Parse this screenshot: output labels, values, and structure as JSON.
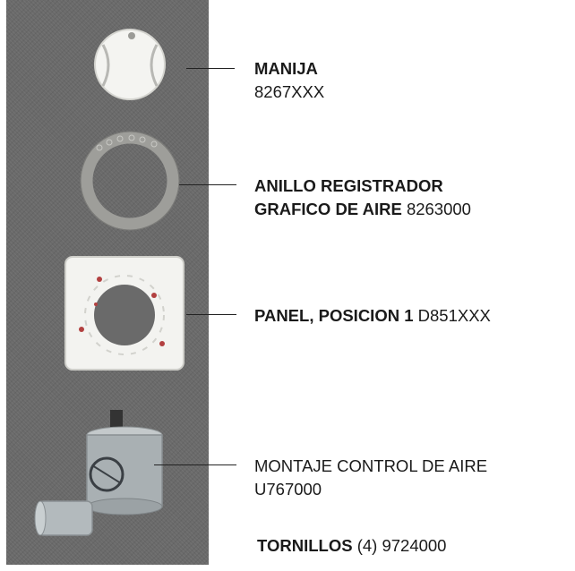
{
  "labels": {
    "manija": {
      "name": "MANIJA",
      "code": "8267XXX"
    },
    "anillo": {
      "name_line1": "ANILLO REGISTRADOR",
      "name_line2": "GRAFICO DE AIRE",
      "code": "8263000"
    },
    "panel": {
      "name": "PANEL, POSICION 1",
      "code": "D851XXX"
    },
    "montaje": {
      "line1": "MONTAJE CONTROL DE AIRE",
      "line2": "U767000"
    },
    "tornillos": {
      "name": "TORNILLOS",
      "qty": "(4)",
      "code": "9724000"
    }
  },
  "colors": {
    "photo_background": "#6a6a6a",
    "part_plastic": "#f2f2ee",
    "part_clear": "#a9b0b3"
  }
}
